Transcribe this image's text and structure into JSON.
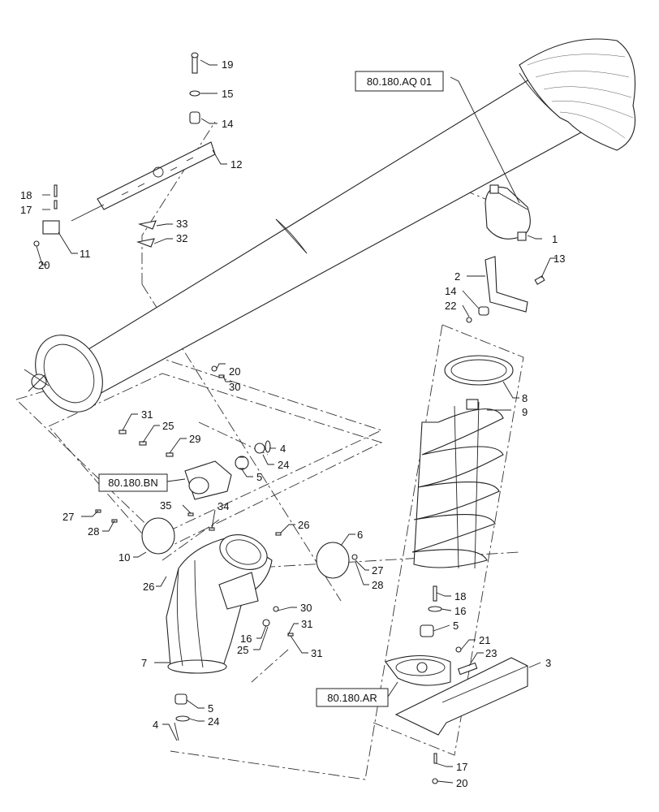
{
  "reference_boxes": {
    "tube": "80.180.AQ 01",
    "gearbox": "80.180.BN",
    "lower_gearbox": "80.180.AR"
  },
  "callouts": [
    {
      "id": "c19",
      "text": "19"
    },
    {
      "id": "c15",
      "text": "15"
    },
    {
      "id": "c14a",
      "text": "14"
    },
    {
      "id": "c12",
      "text": "12"
    },
    {
      "id": "c18a",
      "text": "18"
    },
    {
      "id": "c17a",
      "text": "17"
    },
    {
      "id": "c11",
      "text": "11"
    },
    {
      "id": "c20a",
      "text": "20"
    },
    {
      "id": "c33",
      "text": "33"
    },
    {
      "id": "c32",
      "text": "32"
    },
    {
      "id": "c1",
      "text": "1"
    },
    {
      "id": "c2",
      "text": "2"
    },
    {
      "id": "c13",
      "text": "13"
    },
    {
      "id": "c14b",
      "text": "14"
    },
    {
      "id": "c22",
      "text": "22"
    },
    {
      "id": "c20b",
      "text": "20"
    },
    {
      "id": "c30a",
      "text": "30"
    },
    {
      "id": "c8",
      "text": "8"
    },
    {
      "id": "c9",
      "text": "9"
    },
    {
      "id": "c31a",
      "text": "31"
    },
    {
      "id": "c25a",
      "text": "25"
    },
    {
      "id": "c29",
      "text": "29"
    },
    {
      "id": "c4a",
      "text": "4"
    },
    {
      "id": "c24a",
      "text": "24"
    },
    {
      "id": "c5a",
      "text": "5"
    },
    {
      "id": "c27a",
      "text": "27"
    },
    {
      "id": "c28a",
      "text": "28"
    },
    {
      "id": "c35",
      "text": "35"
    },
    {
      "id": "c34",
      "text": "34"
    },
    {
      "id": "c26a",
      "text": "26"
    },
    {
      "id": "c6",
      "text": "6"
    },
    {
      "id": "c10",
      "text": "10"
    },
    {
      "id": "c27b",
      "text": "27"
    },
    {
      "id": "c28b",
      "text": "28"
    },
    {
      "id": "c26b",
      "text": "26"
    },
    {
      "id": "c30b",
      "text": "30"
    },
    {
      "id": "c31b",
      "text": "31"
    },
    {
      "id": "c16a",
      "text": "16"
    },
    {
      "id": "c25b",
      "text": "25"
    },
    {
      "id": "c31c",
      "text": "31"
    },
    {
      "id": "c7",
      "text": "7"
    },
    {
      "id": "c18b",
      "text": "18"
    },
    {
      "id": "c16b",
      "text": "16"
    },
    {
      "id": "c5b",
      "text": "5"
    },
    {
      "id": "c21",
      "text": "21"
    },
    {
      "id": "c23",
      "text": "23"
    },
    {
      "id": "c3",
      "text": "3"
    },
    {
      "id": "c5c",
      "text": "5"
    },
    {
      "id": "c4b",
      "text": "4"
    },
    {
      "id": "c24b",
      "text": "24"
    },
    {
      "id": "c17b",
      "text": "17"
    },
    {
      "id": "c20c",
      "text": "20"
    }
  ]
}
